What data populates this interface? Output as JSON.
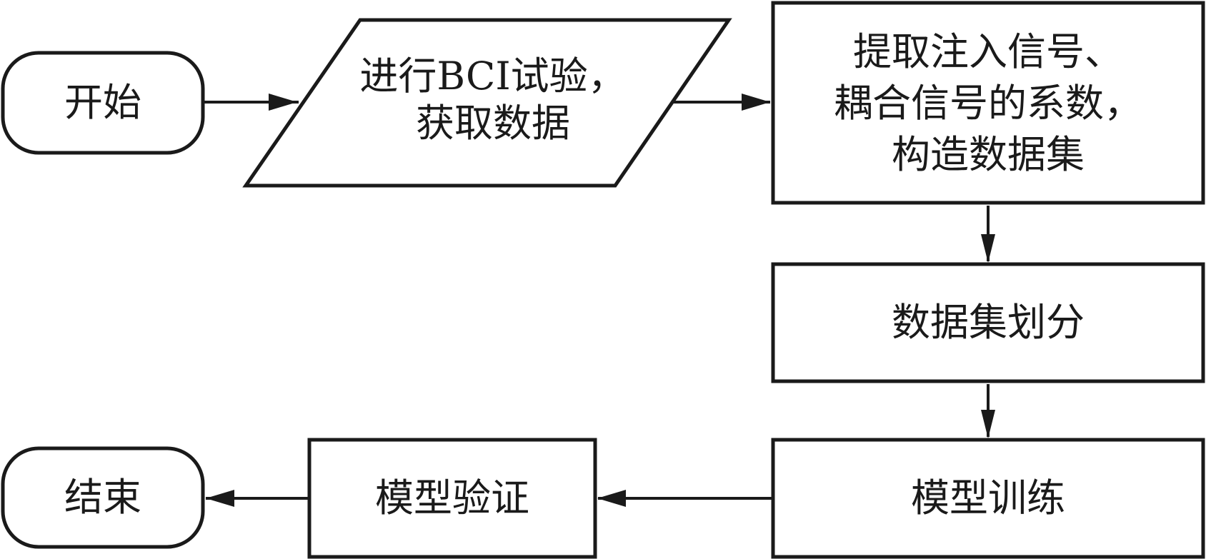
{
  "diagram": {
    "type": "flowchart",
    "line_color": "#1a1a1a",
    "background": "#ffffff",
    "nodes": [
      {
        "id": "start",
        "shape": "terminator",
        "label": "开始"
      },
      {
        "id": "bci",
        "shape": "parallelogram",
        "label": "进行BCI试验，\n获取数据"
      },
      {
        "id": "extract",
        "shape": "rectangle",
        "label": "提取注入信号、\n耦合信号的系数，\n构造数据集"
      },
      {
        "id": "split",
        "shape": "rectangle",
        "label": "数据集划分"
      },
      {
        "id": "train",
        "shape": "rectangle",
        "label": "模型训练"
      },
      {
        "id": "validate",
        "shape": "rectangle",
        "label": "模型验证"
      },
      {
        "id": "end",
        "shape": "terminator",
        "label": "结束"
      }
    ],
    "edges": [
      {
        "from": "start",
        "to": "bci"
      },
      {
        "from": "bci",
        "to": "extract"
      },
      {
        "from": "extract",
        "to": "split"
      },
      {
        "from": "split",
        "to": "train"
      },
      {
        "from": "train",
        "to": "validate"
      },
      {
        "from": "validate",
        "to": "end"
      }
    ]
  }
}
